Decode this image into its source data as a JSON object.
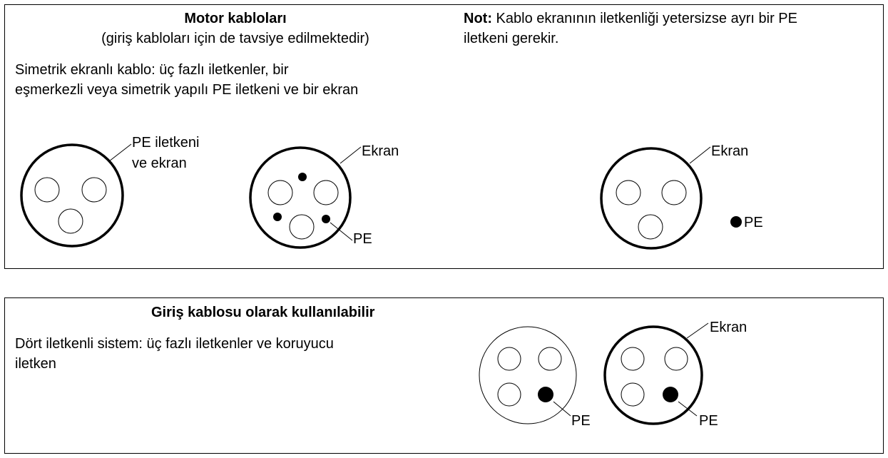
{
  "top_panel": {
    "title": "Motor kabloları",
    "subtitle": "(giriş kabloları için de tavsiye edilmektedir)",
    "description_line1": "Simetrik ekranlı kablo: üç fazlı iletkenler, bir",
    "description_line2": "eşmerkezli veya simetrik yapılı PE iletkeni ve bir ekran",
    "note_label": "Not:",
    "note_line1_rest": " Kablo ekranının iletkenliği yetersizse ayrı bir PE",
    "note_line2": "iletkeni gerekir.",
    "cable1": {
      "label_line1": "PE iletkeni",
      "label_line2": "ve ekran"
    },
    "cable2": {
      "shield_label": "Ekran",
      "pe_label": "PE"
    },
    "cable3": {
      "shield_label": "Ekran",
      "pe_label": "PE"
    }
  },
  "bottom_panel": {
    "title": "Giriş kablosu olarak kullanılabilir",
    "description_line1": "Dört iletkenli sistem: üç fazlı iletkenler ve koruyucu",
    "description_line2": "iletken",
    "cable4": {
      "pe_label": "PE"
    },
    "cable5": {
      "shield_label": "Ekran",
      "pe_label": "PE"
    }
  }
}
